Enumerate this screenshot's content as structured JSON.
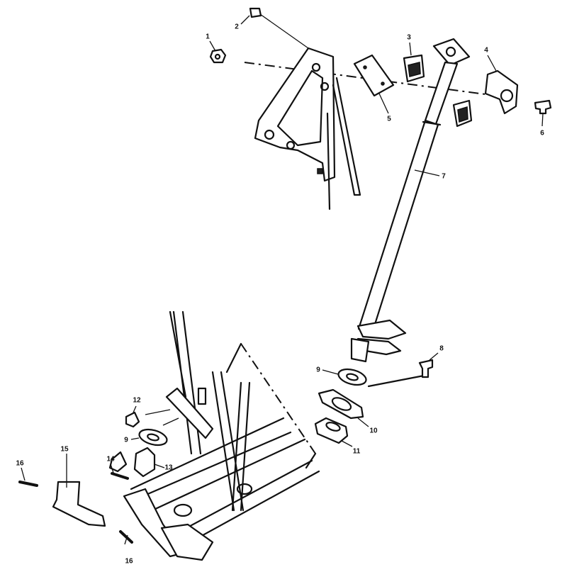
{
  "diagram": {
    "callouts": [
      "1",
      "2",
      "3",
      "4",
      "5",
      "6",
      "7",
      "8",
      "9",
      "10",
      "11",
      "12",
      "9",
      "13",
      "14",
      "15",
      "16",
      "16"
    ]
  }
}
